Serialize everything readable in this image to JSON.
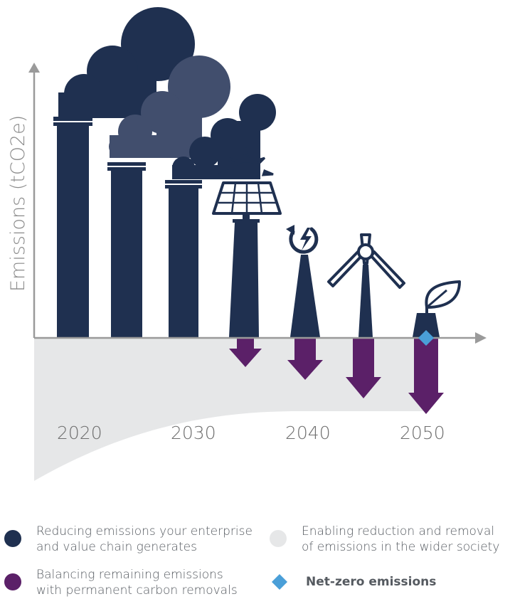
{
  "y_axis_label": "Emissions (tCO2e)",
  "years": [
    "2020",
    "2030",
    "2040",
    "2050"
  ],
  "colors": {
    "reducing": "#1f3050",
    "smoke_light": "#414e6d",
    "balancing": "#5b2068",
    "enabling": "#e6e7e8",
    "net_zero": "#4a9fd8",
    "axis": "#9a9a9a"
  },
  "icons": [
    "chimney-smoke-icon",
    "solar-panel-icon",
    "renewable-energy-icon",
    "wind-turbine-icon",
    "leaf-icon",
    "down-arrow-icon",
    "diamond-icon"
  ],
  "legend": {
    "reducing": {
      "line1": "Reducing emissions your enterprise",
      "line2": "and value chain generates"
    },
    "enabling": {
      "line1": "Enabling reduction and removal",
      "line2": "of emissions in the wider society"
    },
    "balancing": {
      "line1": "Balancing remaining emissions",
      "line2": "with permanent carbon removals"
    },
    "net_zero": {
      "label": "Net-zero emissions"
    }
  }
}
